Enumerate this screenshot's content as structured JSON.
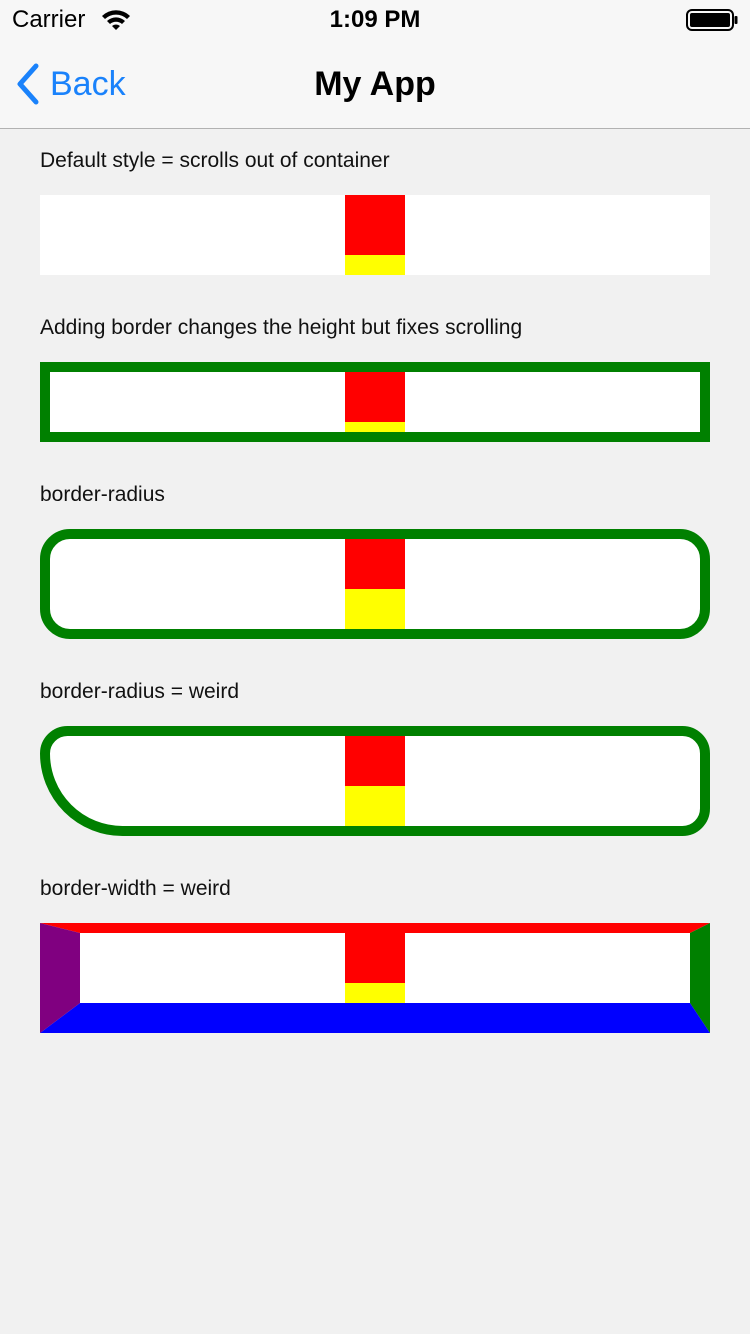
{
  "status_bar": {
    "carrier": "Carrier",
    "time": "1:09 PM"
  },
  "nav": {
    "back_label": "Back",
    "title": "My App"
  },
  "sections": [
    {
      "label": "Default style = scrolls out of container"
    },
    {
      "label": "Adding border changes the height but fixes scrolling"
    },
    {
      "label": "border-radius"
    },
    {
      "label": "border-radius = weird"
    },
    {
      "label": "border-width = weird"
    }
  ],
  "colors": {
    "accent": "#1a82fb",
    "border_green": "#008000",
    "red": "#ff0000",
    "yellow": "#ffff00",
    "purple": "#800080",
    "blue": "#0000ff"
  }
}
